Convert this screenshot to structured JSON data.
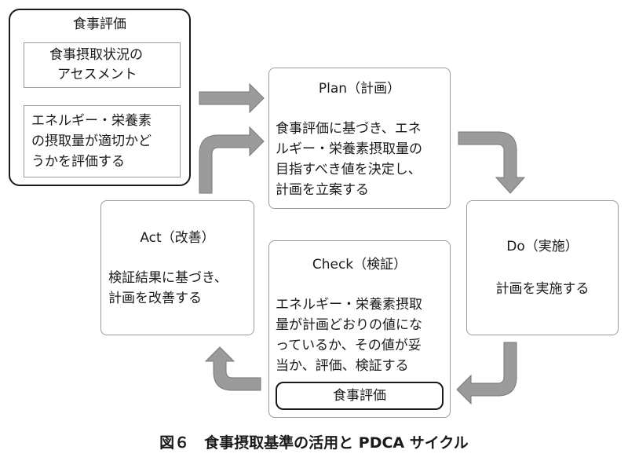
{
  "assessment": {
    "title": "食事評価",
    "step1_lines": [
      "食事摂取状況の",
      "アセスメント"
    ],
    "step2_lines": [
      "エネルギー・栄養素",
      "の摂取量が適切かど",
      "うかを評価する"
    ]
  },
  "plan": {
    "title": "Plan（計画）",
    "lines": [
      "食事評価に基づき、エネ",
      "ルギー・栄養素摂取量の",
      "目指すべき値を決定し、",
      "計画を立案する"
    ]
  },
  "do": {
    "title": "Do（実施）",
    "lines": [
      "計画を実施する"
    ]
  },
  "check": {
    "title": "Check（検証）",
    "lines": [
      "エネルギー・栄養素摂取",
      "量が計画どおりの値にな",
      "っているか、その値が妥",
      "当か、評価、検証する"
    ],
    "sub_box": "食事評価"
  },
  "act": {
    "title": "Act（改善）",
    "lines": [
      "検証結果に基づき、",
      "計画を改善する"
    ]
  },
  "caption": "図６　食事摂取基準の活用と PDCA サイクル"
}
